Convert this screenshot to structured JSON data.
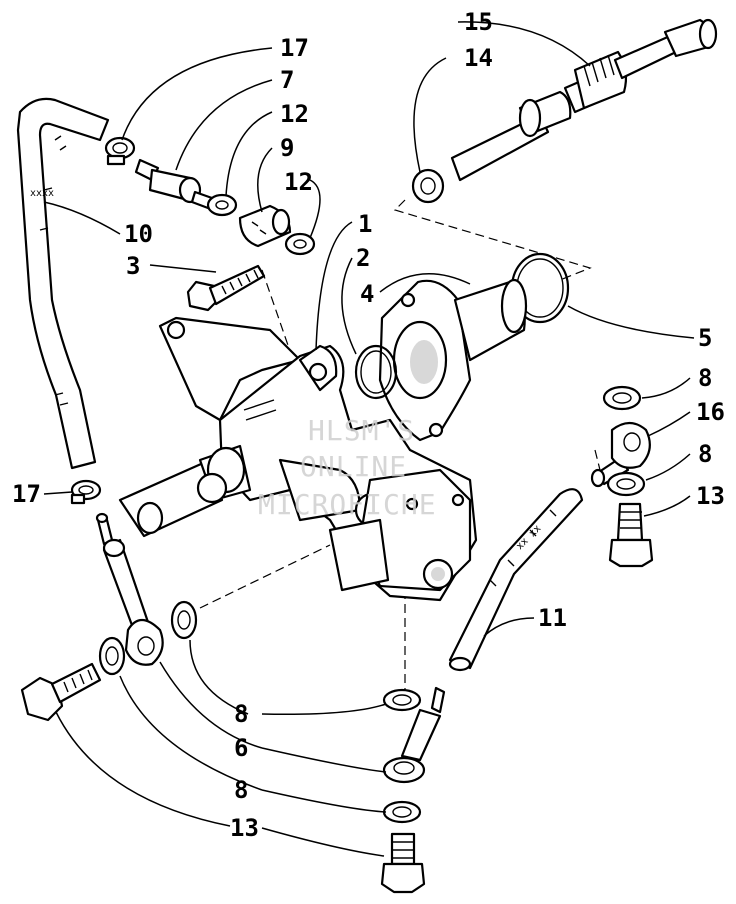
{
  "watermark": [
    "HLSM'S",
    "ONLINE",
    "MICROFICHE"
  ],
  "callouts": [
    {
      "id": "c17a",
      "text": "17"
    },
    {
      "id": "c7",
      "text": "7"
    },
    {
      "id": "c12a",
      "text": "12"
    },
    {
      "id": "c9",
      "text": "9"
    },
    {
      "id": "c12b",
      "text": "12"
    },
    {
      "id": "c10",
      "text": "10"
    },
    {
      "id": "c3",
      "text": "3"
    },
    {
      "id": "c1",
      "text": "1"
    },
    {
      "id": "c2",
      "text": "2"
    },
    {
      "id": "c4",
      "text": "4"
    },
    {
      "id": "c5",
      "text": "5"
    },
    {
      "id": "c15",
      "text": "15"
    },
    {
      "id": "c14",
      "text": "14"
    },
    {
      "id": "c8a",
      "text": "8"
    },
    {
      "id": "c16",
      "text": "16"
    },
    {
      "id": "c8b",
      "text": "8"
    },
    {
      "id": "c13a",
      "text": "13"
    },
    {
      "id": "c17b",
      "text": "17"
    },
    {
      "id": "c11",
      "text": "11"
    },
    {
      "id": "c8c",
      "text": "8"
    },
    {
      "id": "c6",
      "text": "6"
    },
    {
      "id": "c8d",
      "text": "8"
    },
    {
      "id": "c13b",
      "text": "13"
    }
  ]
}
